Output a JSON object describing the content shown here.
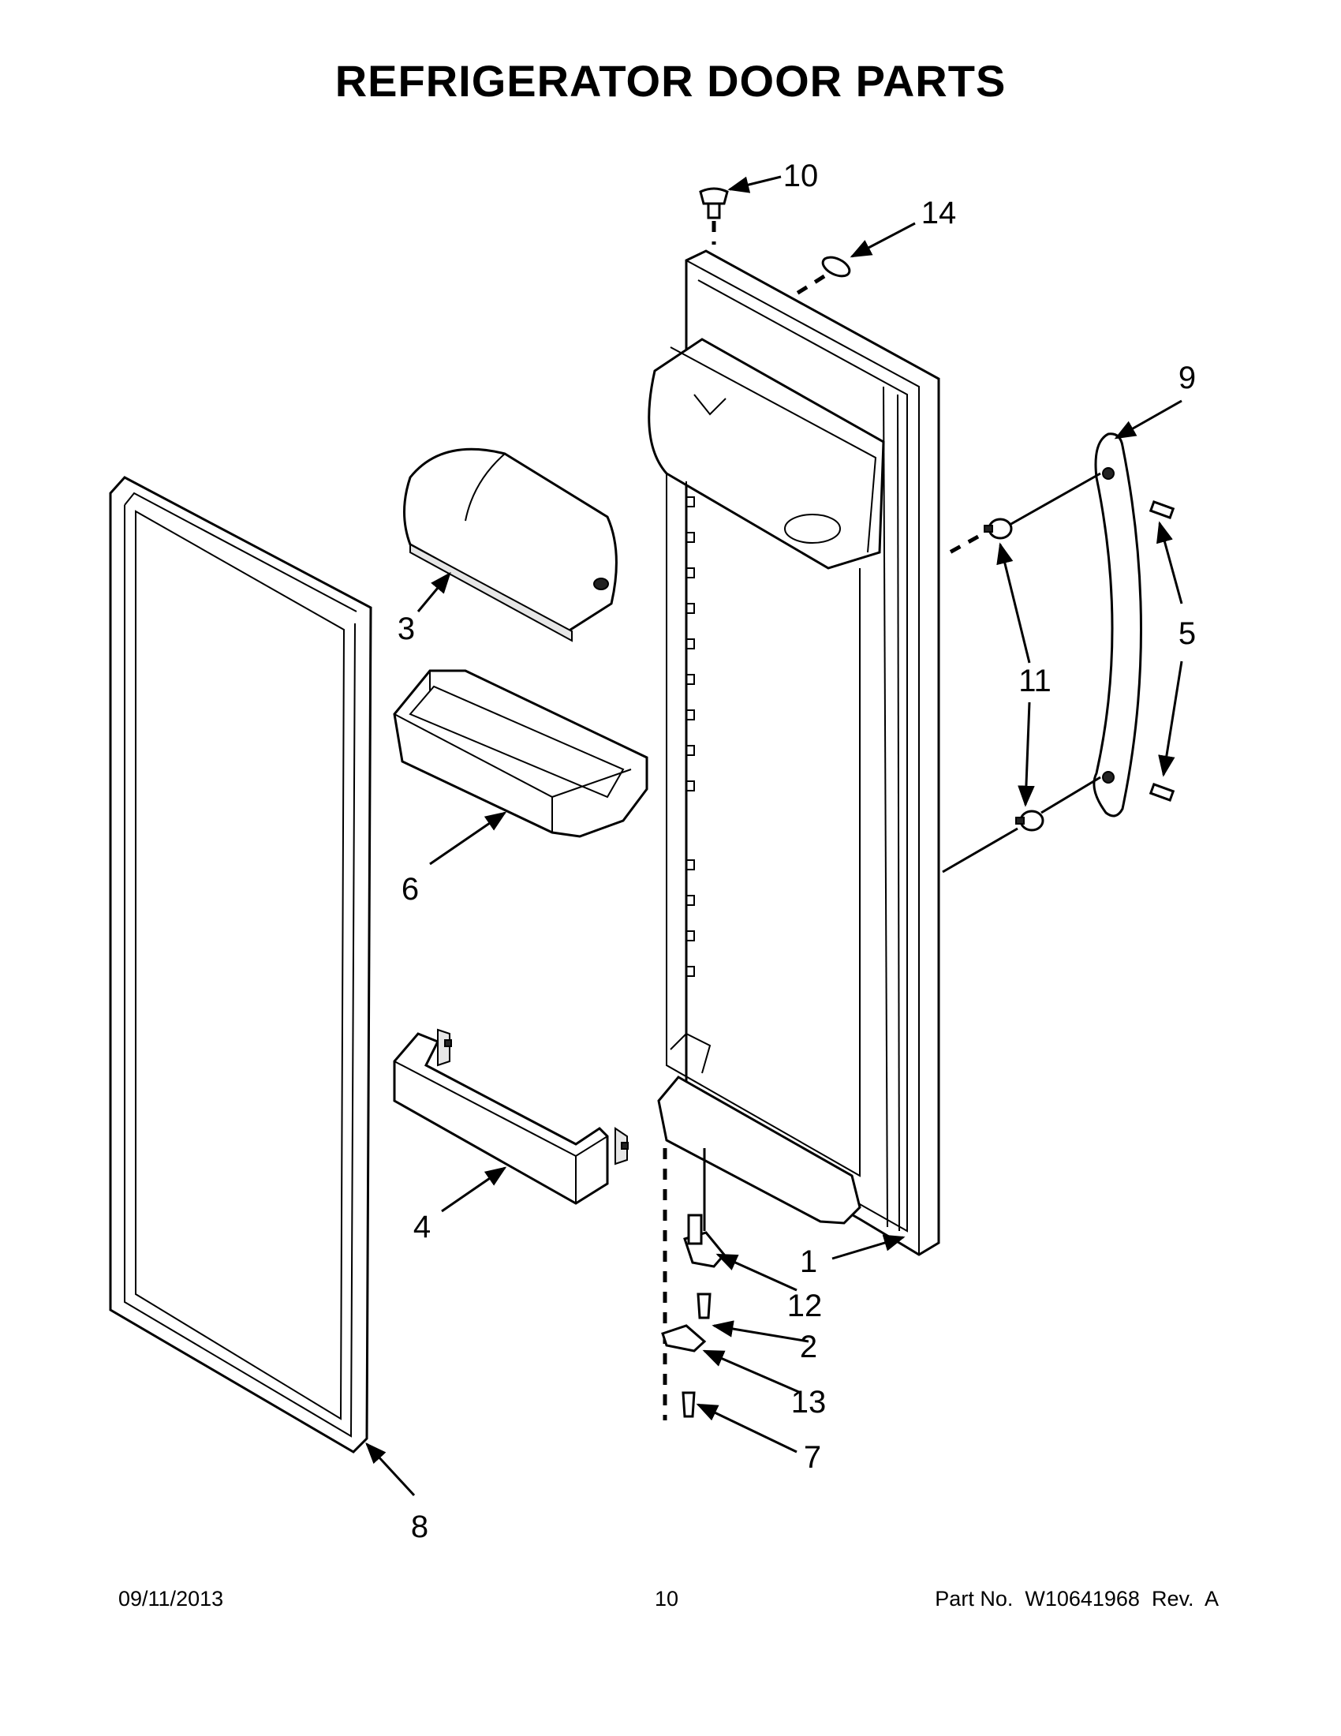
{
  "title": "REFRIGERATOR DOOR PARTS",
  "callouts": {
    "c1": "1",
    "c2": "2",
    "c3": "3",
    "c4": "4",
    "c5": "5",
    "c6": "6",
    "c7": "7",
    "c8": "8",
    "c9": "9",
    "c10": "10",
    "c11": "11",
    "c12": "12",
    "c13": "13",
    "c14": "14"
  },
  "footer": {
    "date": "09/11/2013",
    "page": "10",
    "part_no": "Part No.  W10641968  Rev.  A"
  }
}
